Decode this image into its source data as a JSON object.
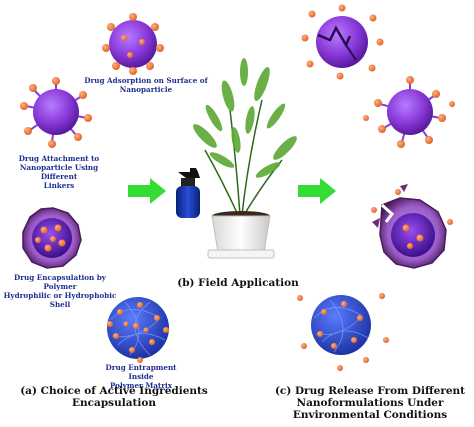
{
  "labels": {
    "adsorption": "Drug Adsorption on Surface of\nNanoparticle",
    "attachment": "Drug Attachment to\nNanoparticle Using Different\nLinkers",
    "encapsulation": "Drug Encapsulation by Polymer\nHydrophilic or Hydrophobic\nShell",
    "entrapment": "Drug Entrapment Inside\nPolymer Matrix"
  },
  "captions": {
    "a": "(a) Choice of Active Ingredients\nEncapsulation",
    "b": "(b) Field Application",
    "c": "(c) Drug Release From Different\nNanoformulations Under\nEnvironmental Conditions"
  },
  "colors": {
    "nanoparticle": "#8a3ad9",
    "drug": "#f07a3a",
    "matrix": "#2a4fd6",
    "shell": "#6b2a7a",
    "arrow": "#33dd33",
    "label": "#1f2f8f"
  }
}
